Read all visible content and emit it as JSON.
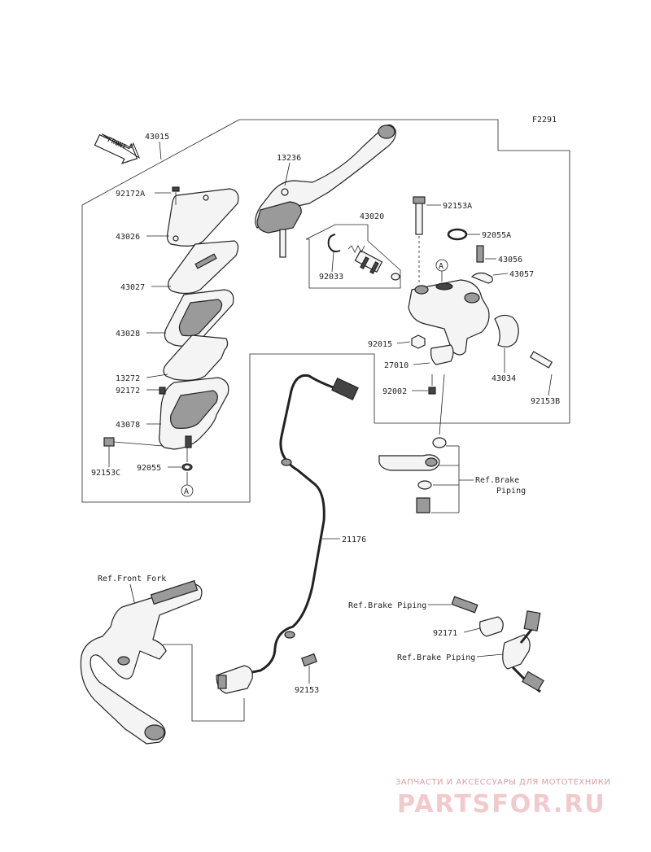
{
  "figure_code": "F2291",
  "front_arrow": "FRONT",
  "parts": {
    "p43015": "43015",
    "p13236": "13236",
    "p92172a": "92172A",
    "p43026": "43026",
    "p43027": "43027",
    "p43028": "43028",
    "p13272": "13272",
    "p92172": "92172",
    "p43078": "43078",
    "p92153c": "92153C",
    "p92055": "92055",
    "p43020": "43020",
    "p92033": "92033",
    "p92153a": "92153A",
    "p92055a": "92055A",
    "p43056": "43056",
    "p43057": "43057",
    "p92015": "92015",
    "p27010": "27010",
    "p92002": "92002",
    "p43034": "43034",
    "p92153b": "92153B",
    "p21176": "21176",
    "p92171": "92171",
    "p92153": "92153"
  },
  "callouts": {
    "a1": "A",
    "a2": "A"
  },
  "refs": {
    "brake_piping_1_line1": "Ref.Brake",
    "brake_piping_1_line2": "Piping",
    "front_fork": "Ref.Front Fork",
    "brake_piping_2": "Ref.Brake Piping",
    "brake_piping_3": "Ref.Brake Piping"
  },
  "watermark": {
    "tagline": "ЗАПЧАСТИ И АКСЕССУАРЫ ДЛЯ МОТОТЕХНИКИ",
    "brand": "PARTSFOR.RU"
  },
  "colors": {
    "ink": "#222222",
    "watermark_light": "#f2c9cc",
    "watermark_text": "#d9a0a4"
  }
}
